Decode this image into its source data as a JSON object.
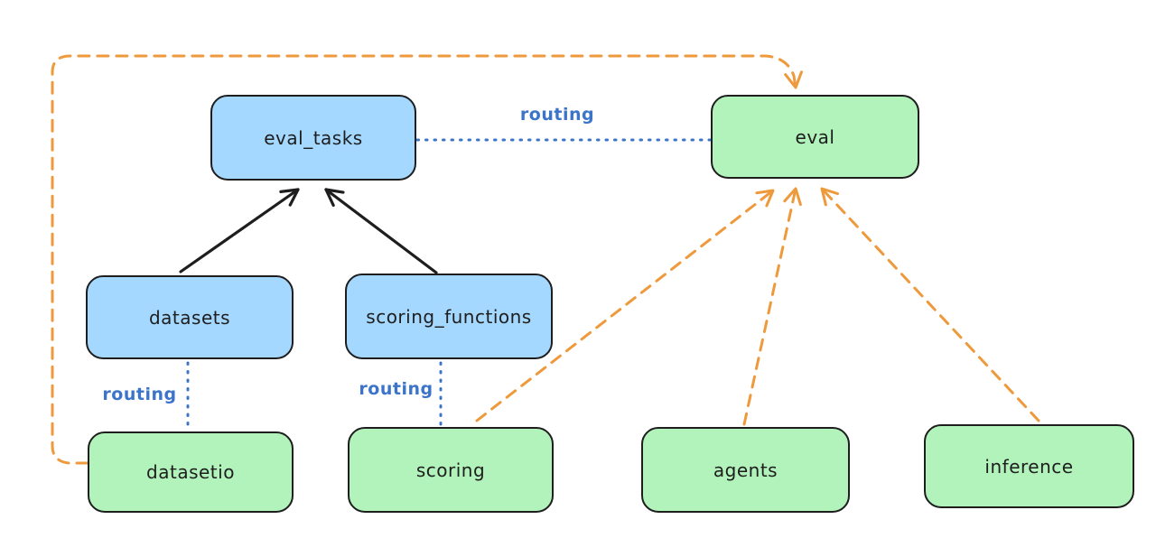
{
  "diagram": {
    "colors": {
      "background": "#ffffff",
      "node_blue_fill": "#a5d8ff",
      "node_green_fill": "#b2f2bb",
      "node_border": "#1e1e1e",
      "arrow_black": "#1e1e1e",
      "arrow_orange": "#ee9a3c",
      "routing_blue": "#3b74c9"
    },
    "nodes": [
      {
        "id": "eval_tasks",
        "label": "eval_tasks",
        "color": "blue"
      },
      {
        "id": "eval",
        "label": "eval",
        "color": "green"
      },
      {
        "id": "datasets",
        "label": "datasets",
        "color": "blue"
      },
      {
        "id": "scoring_functions",
        "label": "scoring_functions",
        "color": "blue"
      },
      {
        "id": "datasetio",
        "label": "datasetio",
        "color": "green"
      },
      {
        "id": "scoring",
        "label": "scoring",
        "color": "green"
      },
      {
        "id": "agents",
        "label": "agents",
        "color": "green"
      },
      {
        "id": "inference",
        "label": "inference",
        "color": "green"
      }
    ],
    "edges": [
      {
        "from": "eval_tasks",
        "to": "eval",
        "style": "dotted-blue",
        "label": "routing"
      },
      {
        "from": "datasets",
        "to": "datasetio",
        "style": "dotted-blue",
        "label": "routing"
      },
      {
        "from": "scoring_functions",
        "to": "scoring",
        "style": "dotted-blue",
        "label": "routing"
      },
      {
        "from": "datasets",
        "to": "eval_tasks",
        "style": "solid-black-arrow"
      },
      {
        "from": "scoring_functions",
        "to": "eval_tasks",
        "style": "solid-black-arrow"
      },
      {
        "from": "scoring",
        "to": "eval",
        "style": "dashed-orange-arrow"
      },
      {
        "from": "agents",
        "to": "eval",
        "style": "dashed-orange-arrow"
      },
      {
        "from": "inference",
        "to": "eval",
        "style": "dashed-orange-arrow"
      },
      {
        "from": "datasetio",
        "to": "eval",
        "style": "dashed-orange-arrow",
        "route": "around-left-and-top"
      }
    ]
  }
}
